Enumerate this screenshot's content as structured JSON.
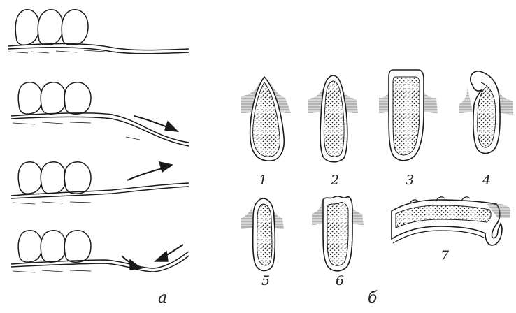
{
  "panel_a": {
    "caption": "а"
  },
  "panel_b": {
    "caption": "б",
    "labels": [
      "1",
      "2",
      "3",
      "4",
      "5",
      "6",
      "7"
    ]
  },
  "colors": {
    "ink": "#1a1a1a",
    "hatch": "#555555",
    "background": "#ffffff"
  }
}
